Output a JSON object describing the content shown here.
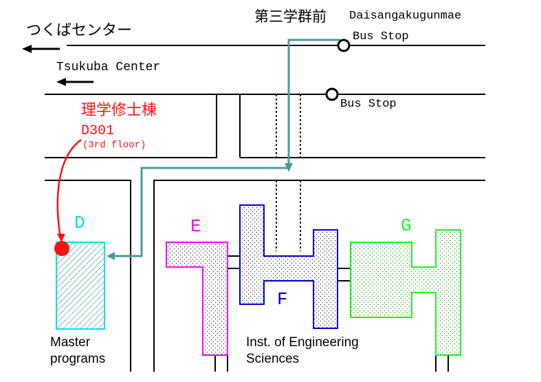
{
  "colors": {
    "road": "#000000",
    "route": "#4a9a9a",
    "building_d": "#00e0e0",
    "building_e": "#ff00ff",
    "building_f": "#0000cc",
    "building_g": "#22ee22",
    "highlight": "#ff1010",
    "text": "#000000"
  },
  "bus": {
    "stop_name_jp": "第三学群前",
    "stop_name_en": "Daisangakugunmae",
    "stop_label_top": "Bus Stop",
    "stop_label_bottom": "Bus Stop"
  },
  "direction": {
    "jp": "つくばセンター",
    "en": "Tsukuba Center"
  },
  "destination": {
    "building_jp": "理学修士棟",
    "room": "D301",
    "floor": "(3rd floor)"
  },
  "buildings": {
    "d_letter": "D",
    "e_letter": "E",
    "f_letter": "F",
    "g_letter": "G"
  },
  "captions": {
    "master_line1": "Master",
    "master_line2": "programs",
    "inst_line1": "Inst. of Engineering",
    "inst_line2": "Sciences"
  },
  "icons": [
    "arrow-left-icon",
    "bus-stop-icon",
    "destination-marker-icon"
  ]
}
